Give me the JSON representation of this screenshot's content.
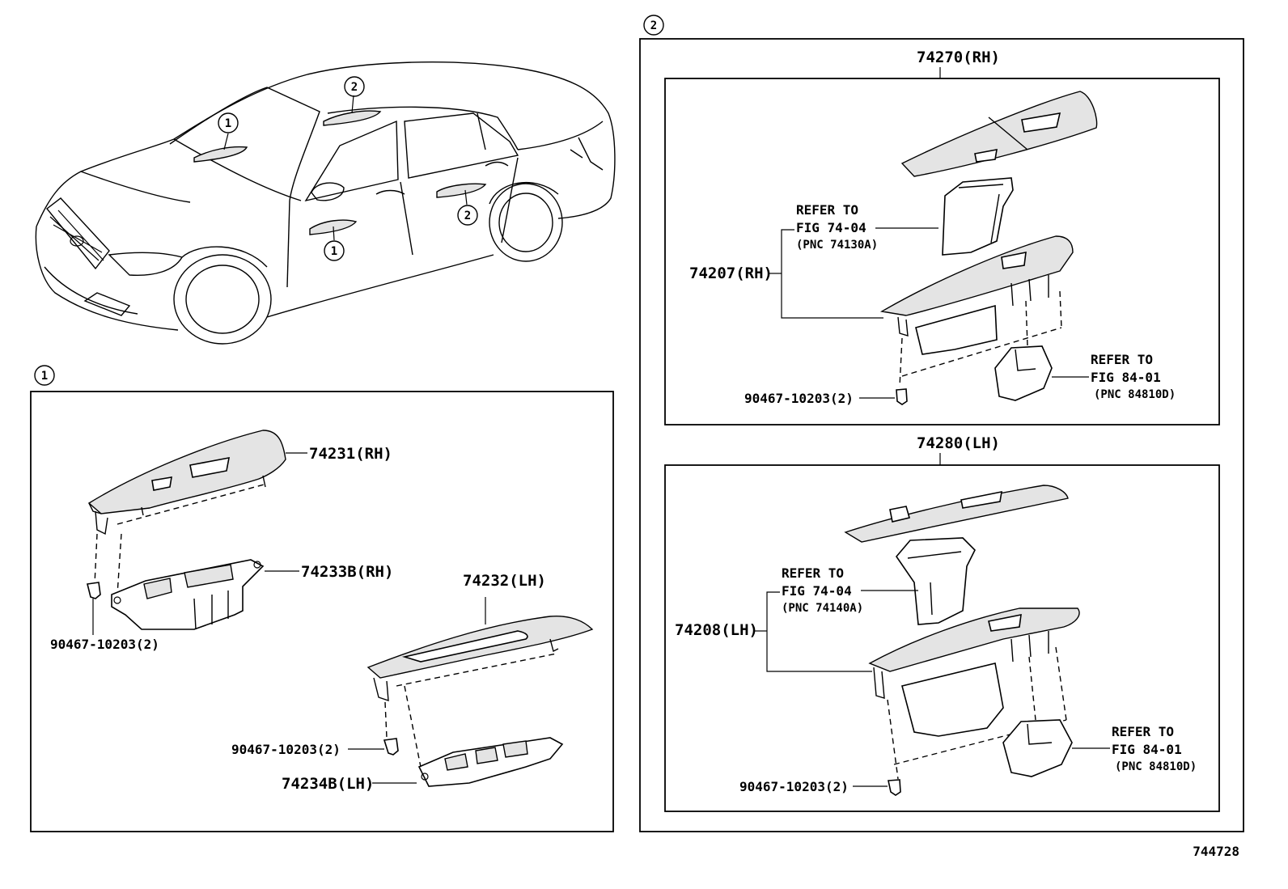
{
  "callouts": {
    "one": "1",
    "two": "2"
  },
  "sections": {
    "one": {
      "parts": {
        "bezel_rh": "74231(RH)",
        "switch_rh": "74233B(RH)",
        "bezel_lh": "74232(LH)",
        "switch_lh": "74234B(LH)",
        "clip_a": "90467-10203(2)",
        "clip_b": "90467-10203(2)"
      }
    },
    "two": {
      "rh": {
        "title": "74270(RH)",
        "sub_assy": "74207(RH)",
        "refer_a": [
          "REFER TO",
          "FIG 74-04",
          "(PNC 74130A)"
        ],
        "refer_b": [
          "REFER TO",
          "FIG 84-01",
          "(PNC 84810D)"
        ],
        "clip": "90467-10203(2)"
      },
      "lh": {
        "title": "74280(LH)",
        "sub_assy": "74208(LH)",
        "refer_a": [
          "REFER TO",
          "FIG 74-04",
          "(PNC 74140A)"
        ],
        "refer_b": [
          "REFER TO",
          "FIG 84-01",
          "(PNC 84810D)"
        ],
        "clip": "90467-10203(2)"
      }
    }
  },
  "diagram_id": "744728"
}
